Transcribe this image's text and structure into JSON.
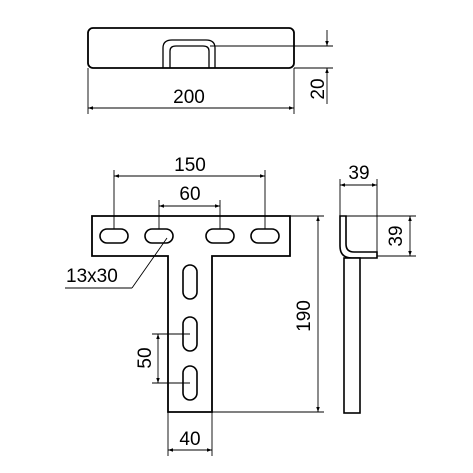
{
  "drawing": {
    "top_view": {
      "width_label": "200",
      "height_label": "20"
    },
    "front_view": {
      "slot_span_label": "150",
      "inner_slot_span_label": "60",
      "slot_size_label": "13x30",
      "slot_pitch_label": "50",
      "height_label": "190",
      "post_width_label": "40"
    },
    "side_view": {
      "flange_width_label": "39",
      "flange_height_label": "39"
    }
  }
}
